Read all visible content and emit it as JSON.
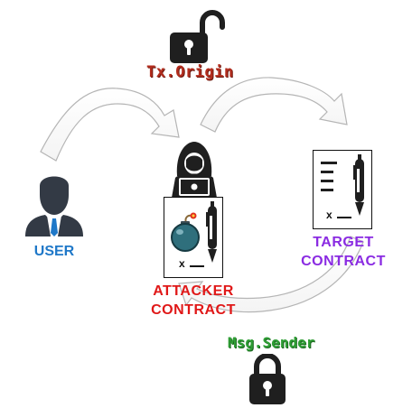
{
  "locks": {
    "tx_origin_label": "Tx.Origin",
    "msg_sender_label": "Msg.Sender"
  },
  "actors": {
    "user_label": "USER",
    "attacker_line1": "ATTACKER",
    "attacker_line2": "CONTRACT",
    "target_line1": "TARGET",
    "target_line2": "CONTRACT",
    "card_mark": "x"
  },
  "colors": {
    "tx_origin": "#b32d1e",
    "msg_sender": "#2f9e35",
    "user": "#1f78c8",
    "attacker": "#e01818",
    "target": "#8a2be2"
  },
  "icons": [
    "open-padlock-icon",
    "closed-padlock-icon",
    "user-icon",
    "hacker-icon",
    "bomb-icon",
    "pen-icon",
    "document-icon"
  ]
}
